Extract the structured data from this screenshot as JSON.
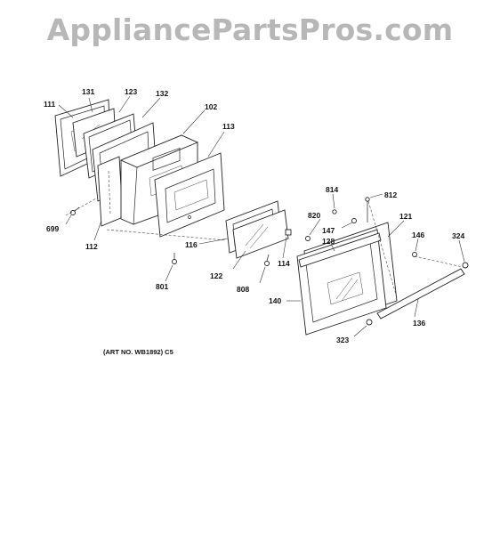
{
  "watermark": "AppliancePartsPros.com",
  "art_number": "(ART NO. WB1892) C5",
  "callouts": {
    "c111": "111",
    "c131": "131",
    "c123": "123",
    "c132": "132",
    "c102": "102",
    "c113": "113",
    "c699": "699",
    "c112": "112",
    "c116": "116",
    "c801": "801",
    "c122": "122",
    "c114": "114",
    "c808": "808",
    "c814": "814",
    "c812": "812",
    "c820": "820",
    "c147": "147",
    "c121": "121",
    "c128": "128",
    "c146": "146",
    "c324": "324",
    "c140": "140",
    "c136": "136",
    "c323": "323"
  }
}
